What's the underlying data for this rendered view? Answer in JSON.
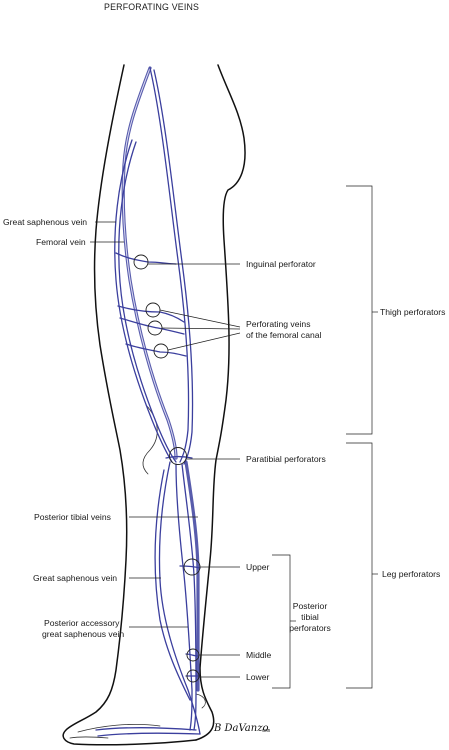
{
  "title": "PERFORATING VEINS",
  "colors": {
    "vein": "#3b3f9e",
    "outline": "#111111"
  },
  "labels": {
    "great_saphenous_upper": "Great saphenous vein",
    "femoral_vein": "Femoral vein",
    "inguinal_perforator": "Inguinal perforator",
    "femoral_canal_line1": "Perforating veins",
    "femoral_canal_line2": "of the femoral canal",
    "paratibial": "Paratibial perforators",
    "posterior_tibial_veins": "Posterior tibial veins",
    "great_saphenous_lower": "Great saphenous vein",
    "upper": "Upper",
    "middle": "Middle",
    "lower": "Lower",
    "posterior_accessory_line1": "Posterior accessory",
    "posterior_accessory_line2": "great saphenous vein",
    "posterior_tibial_perf_line1": "Posterior",
    "posterior_tibial_perf_line2": "tibial",
    "posterior_tibial_perf_line3": "perforators",
    "thigh_perforators": "Thigh perforators",
    "leg_perforators": "Leg perforators"
  },
  "signature": {
    "text": "B DaVanzo",
    "suffix": "CMI"
  }
}
